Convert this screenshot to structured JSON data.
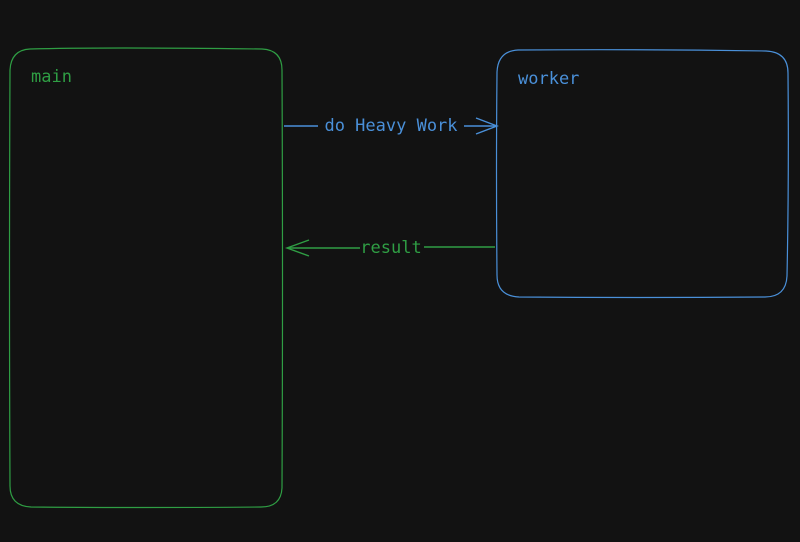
{
  "colors": {
    "background": "#121212",
    "main": "#2f9e44",
    "worker": "#4a90d9"
  },
  "boxes": {
    "main": {
      "label": "main"
    },
    "worker": {
      "label": "worker"
    }
  },
  "arrows": {
    "request": {
      "label": "do Heavy Work",
      "direction": "main-to-worker"
    },
    "response": {
      "label": "result",
      "direction": "worker-to-main"
    }
  }
}
